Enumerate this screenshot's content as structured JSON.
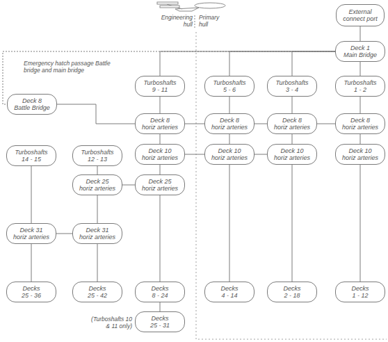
{
  "diagram": {
    "nodes": [
      {
        "text": [
          "External connect port"
        ]
      },
      {
        "text": [
          "Deck 1",
          "Main Bridge"
        ]
      },
      {
        "text": [
          "Turboshafts",
          "9 - 11"
        ]
      },
      {
        "text": [
          "Turboshafts",
          "5 - 6"
        ]
      },
      {
        "text": [
          "Turboshafts",
          "3 - 4"
        ]
      },
      {
        "text": [
          "Turboshafts",
          "1 - 2"
        ]
      },
      {
        "text": [
          "Deck 8",
          "Battle Bridge"
        ]
      },
      {
        "text": [
          "Deck 8",
          "horiz arteries"
        ]
      },
      {
        "text": [
          "Deck 8",
          "horiz arteries"
        ]
      },
      {
        "text": [
          "Deck 8",
          "horiz arteries"
        ]
      },
      {
        "text": [
          "Deck 8",
          "horiz arteries"
        ]
      },
      {
        "text": [
          "Deck 10",
          "horiz arteries"
        ]
      },
      {
        "text": [
          "Deck 10",
          "horiz arteries"
        ]
      },
      {
        "text": [
          "Deck 10",
          "horiz arteries"
        ]
      },
      {
        "text": [
          "Deck 10",
          "horiz arteries"
        ]
      },
      {
        "text": [
          "Turboshafts",
          "14 - 15"
        ]
      },
      {
        "text": [
          "Turboshafts",
          "12 - 13"
        ]
      },
      {
        "text": [
          "Deck 25",
          "horiz arteries"
        ]
      },
      {
        "text": [
          "Deck 25",
          "horiz arteries"
        ]
      },
      {
        "text": [
          "Deck 31",
          "horiz arteries"
        ]
      },
      {
        "text": [
          "Deck 31",
          "horiz arteries"
        ]
      },
      {
        "text": [
          "Decks",
          "25 - 36"
        ]
      },
      {
        "text": [
          "Decks",
          "25 - 42"
        ]
      },
      {
        "text": [
          "Decks",
          "8 - 24"
        ]
      },
      {
        "text": [
          "Decks",
          "4 - 14"
        ]
      },
      {
        "text": [
          "Decks",
          "2 - 18"
        ]
      },
      {
        "text": [
          "Decks",
          "1 - 12"
        ]
      },
      {
        "text": [
          "Decks",
          "25 - 31"
        ]
      }
    ],
    "edges": [
      {
        "from": 0,
        "to": 1,
        "arrow": "none"
      },
      {
        "from": 1,
        "to": 5,
        "arrow": "none"
      },
      {
        "from": 1,
        "to": 4,
        "arrow": "none"
      },
      {
        "from": 1,
        "to": 3,
        "arrow": "none"
      },
      {
        "from": 1,
        "to": 2,
        "arrow": "none"
      },
      {
        "from": 1,
        "to": 6,
        "arrow": "none"
      },
      {
        "from": 2,
        "to": 7,
        "arrow": "none"
      },
      {
        "from": 3,
        "to": 8,
        "arrow": "none"
      },
      {
        "from": 4,
        "to": 9,
        "arrow": "none"
      },
      {
        "from": 5,
        "to": 10,
        "arrow": "none"
      },
      {
        "from": 6,
        "to": 7,
        "arrow": "none"
      },
      {
        "from": 7,
        "to": 8,
        "arrow": "none"
      },
      {
        "from": 8,
        "to": 9,
        "arrow": "none"
      },
      {
        "from": 9,
        "to": 10,
        "arrow": "none"
      },
      {
        "from": 7,
        "to": 11,
        "arrow": "none"
      },
      {
        "from": 8,
        "to": 12,
        "arrow": "none"
      },
      {
        "from": 9,
        "to": 13,
        "arrow": "none"
      },
      {
        "from": 10,
        "to": 14,
        "arrow": "none"
      },
      {
        "from": 11,
        "to": 12,
        "arrow": "none"
      },
      {
        "from": 12,
        "to": 13,
        "arrow": "none"
      },
      {
        "from": 11,
        "to": 18,
        "arrow": "none"
      },
      {
        "from": 16,
        "to": 17,
        "arrow": "none"
      },
      {
        "from": 17,
        "to": 18,
        "arrow": "none"
      },
      {
        "from": 17,
        "to": 20,
        "arrow": "none"
      },
      {
        "from": 15,
        "to": 19,
        "arrow": "none"
      },
      {
        "from": 19,
        "to": 20,
        "arrow": "none"
      },
      {
        "from": 19,
        "to": 21,
        "arrow": "none"
      },
      {
        "from": 20,
        "to": 22,
        "arrow": "none"
      },
      {
        "from": 18,
        "to": 23,
        "arrow": "none"
      },
      {
        "from": 23,
        "to": 27,
        "arrow": "none"
      },
      {
        "from": 12,
        "to": 24,
        "arrow": "none"
      },
      {
        "from": 13,
        "to": 25,
        "arrow": "none"
      },
      {
        "from": 14,
        "to": 26,
        "arrow": "none"
      }
    ],
    "labels": [
      "Engineering hull",
      "Primary hull",
      "Emergency hatch passage Battle bridge and main bridge",
      "(Turboshafts 10 & 11 only)"
    ]
  }
}
